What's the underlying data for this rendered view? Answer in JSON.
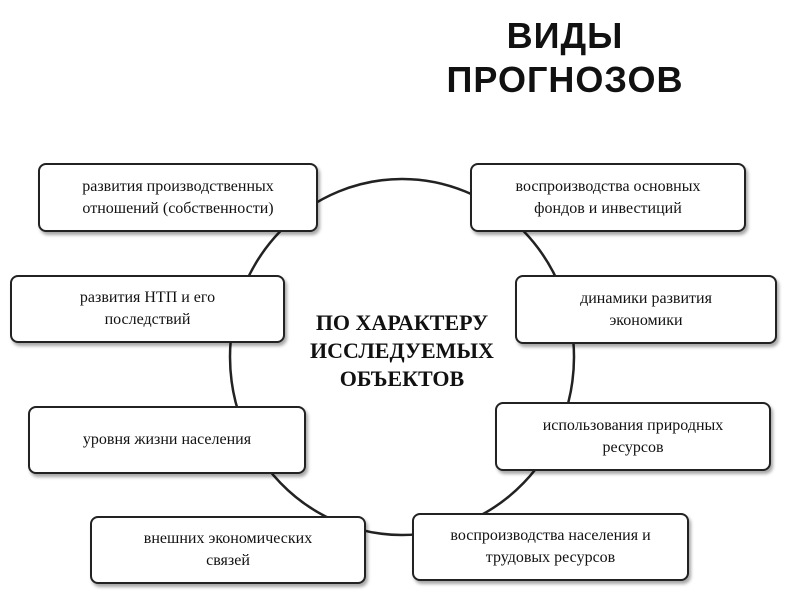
{
  "title": {
    "line1": "ВИДЫ",
    "line2": "ПРОГНОЗОВ"
  },
  "center": {
    "line1": "ПО ХАРАКТЕРУ",
    "line2": "ИССЛЕДУЕМЫХ",
    "line3": "ОБЪЕКТОВ"
  },
  "boxes": [
    {
      "line1": "развития производственных",
      "line2": "отношений (собственности)"
    },
    {
      "line1": "воспроизводства основных",
      "line2": "фондов и инвестиций"
    },
    {
      "line1": "развития НТП и его",
      "line2": "последствий"
    },
    {
      "line1": "динамики развития",
      "line2": "экономики"
    },
    {
      "line1": "уровня жизни населения"
    },
    {
      "line1": "использования природных",
      "line2": "ресурсов"
    },
    {
      "line1": "внешних экономических",
      "line2": "связей"
    },
    {
      "line1": "воспроизводства населения и",
      "line2": "трудовых ресурсов"
    }
  ]
}
